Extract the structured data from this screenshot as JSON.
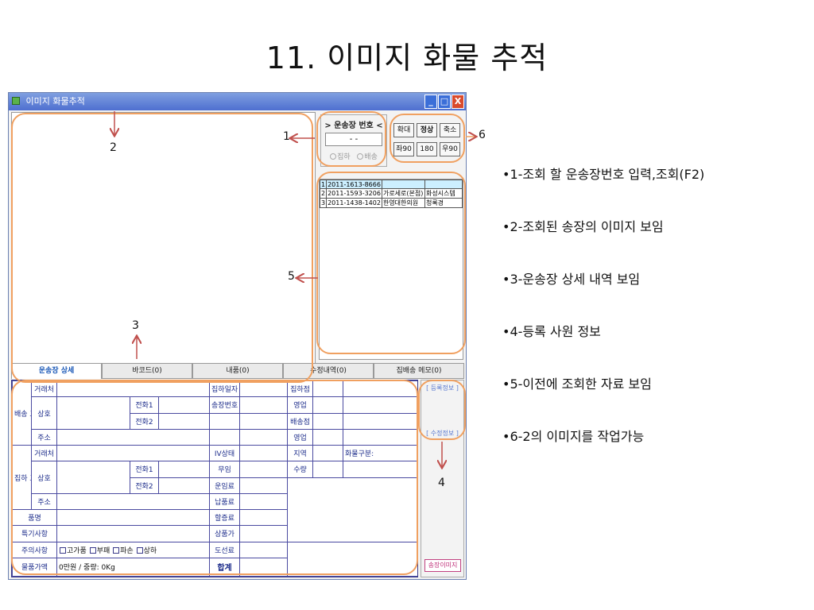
{
  "slide_title": "11. 이미지 화물 추적",
  "window": {
    "title": "이미지 화물추적",
    "min": "_",
    "max": "□",
    "close": "X"
  },
  "invoice": {
    "label": "> 운송장 번호 <",
    "value": "-      -",
    "radio1": "집하",
    "radio2": "배송"
  },
  "tools": {
    "zoom_in": "확대",
    "normal": "정상",
    "zoom_out": "축소",
    "rot_left": "좌90",
    "rot_180": "180",
    "rot_right": "우90"
  },
  "history": [
    {
      "no": "1",
      "invoice": "2011-1613-8666",
      "sender": "",
      "receiver": ""
    },
    {
      "no": "2",
      "invoice": "2011-1593-3206",
      "sender": "가로세로(본점)",
      "receiver": "화성시스템"
    },
    {
      "no": "3",
      "invoice": "2011-1438-1402",
      "sender": "한영대한의원",
      "receiver": "청록경"
    }
  ],
  "tabs": [
    "운송장 상세",
    "바코드(0)",
    "내품(0)",
    "수정내역(0)",
    "집배송 메모(0)"
  ],
  "detail": {
    "delivery_customer": "배송 고객",
    "pickup_customer": "집하 고객",
    "client": "거래처",
    "company": "상호",
    "address": "주소",
    "phone1": "전화1",
    "phone2": "전화2",
    "pickup_date": "집하일자",
    "invoice_no": "송장번호",
    "pickup_branch": "집하점",
    "sales": "영업",
    "delivery_branch": "배송점",
    "iv_status": "IV상태",
    "trade": "무임",
    "region": "지역",
    "quantity": "수량",
    "cargo_type": "화물구분:",
    "freight": "운임료",
    "payment": "납품료",
    "discount": "할증료",
    "product_price": "상품가",
    "island_fee": "도선료",
    "total": "합계",
    "item_name": "품명",
    "special": "특기사항",
    "caution": "주의사항",
    "caution_opts": [
      "고가품",
      "부패",
      "파손",
      "상하"
    ],
    "item_value": "물품가액",
    "value_text": "0만원  /  중량: 0Kg"
  },
  "side": {
    "link1": "[ 등록정보 ]",
    "link2": "[ 수정정보 ]",
    "image_button": "송장이미지"
  },
  "annotations": {
    "n1": "1",
    "n2": "2",
    "n3": "3",
    "n4": "4",
    "n5": "5",
    "n6": "6"
  },
  "notes": [
    "•1-조회 할 운송장번호 입력,조회(F2)",
    "•2-조회된 송장의 이미지 보임",
    "•3-운송장 상세 내역 보임",
    "•4-등록 사원 정보",
    "•5-이전에 조회한 자료 보임",
    "•6-2의 이미지를 작업가능"
  ],
  "colors": {
    "callout": "#f0a060",
    "arrow": "#c0504d",
    "titlebar": "#4e6fd0"
  }
}
